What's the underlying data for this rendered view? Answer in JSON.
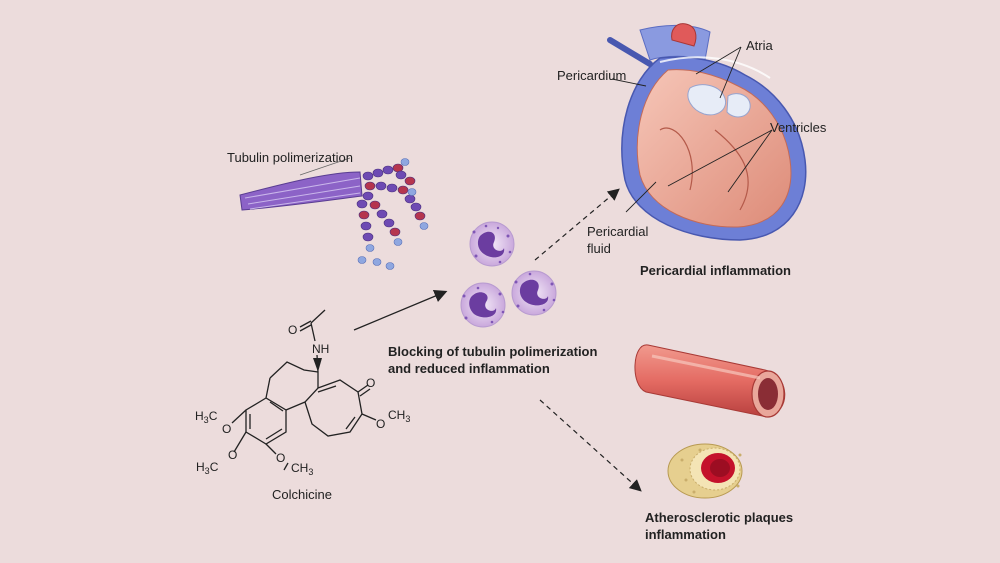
{
  "labels": {
    "tubulin": "Tubulin polimerization",
    "colchicine": "Colchicine",
    "blocking_line1": "Blocking of tubulin polimerization",
    "blocking_line2": "and reduced inflammation",
    "pericardium": "Pericardium",
    "atria": "Atria",
    "ventricles": "Ventricles",
    "pericardial_fluid_1": "Pericardial",
    "pericardial_fluid_2": "fluid",
    "pericardial_inflammation": "Pericardial inflammation",
    "plaques_line1": "Atherosclerotic plaques",
    "plaques_line2": "inflammation"
  },
  "molecule": {
    "acetyl_o": "O",
    "nh": "NH",
    "ketone_o": "O",
    "methoxy_left_upper": "H3C",
    "methoxy_left_lower": "H3C",
    "methoxy_bottom": "CH3",
    "methoxy_right": "CH3",
    "o": "O"
  },
  "colors": {
    "background": "#ecdcdc",
    "heart_outer": "#6d7fd6",
    "heart_inner": "#e9a58f",
    "artery": "#e06a6a",
    "plaque_core": "#c4122b",
    "neutrophil": "#8a4fb0"
  }
}
